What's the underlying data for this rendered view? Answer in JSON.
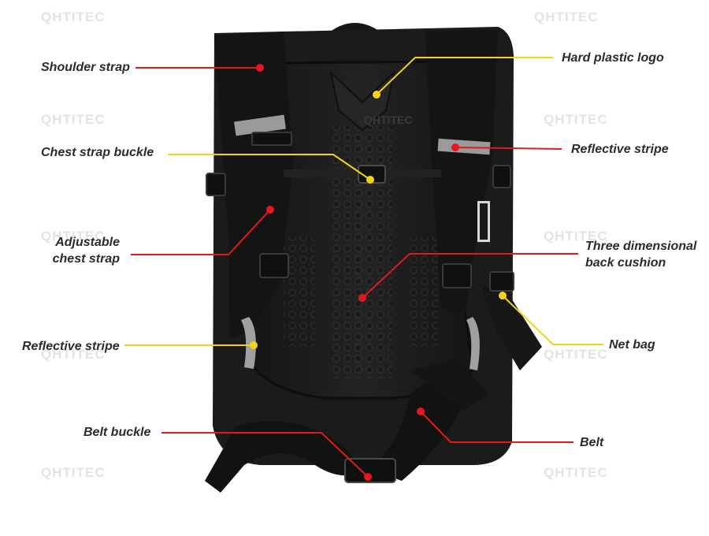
{
  "watermark": {
    "text": "QHTITEC"
  },
  "colors": {
    "red": "#e5171f",
    "yellow": "#f2d318",
    "text": "#2b2b2b"
  },
  "callouts": {
    "shoulder_strap": {
      "text": "Shoulder strap",
      "color": "red"
    },
    "hard_plastic_logo": {
      "text": "Hard plastic logo",
      "color": "yellow"
    },
    "chest_strap_buckle": {
      "text": "Chest strap buckle",
      "color": "yellow"
    },
    "reflective_stripe_right": {
      "text": "Reflective stripe",
      "color": "red"
    },
    "adjustable_chest_strap": {
      "line1": "Adjustable",
      "line2": "chest strap",
      "color": "red"
    },
    "three_dimensional_back_cushion": {
      "line1": "Three dimensional",
      "line2": "back cushion",
      "color": "red"
    },
    "reflective_stripe_left": {
      "text": "Reflective stripe",
      "color": "yellow"
    },
    "net_bag": {
      "text": "Net bag",
      "color": "yellow"
    },
    "belt_buckle": {
      "text": "Belt buckle",
      "color": "red"
    },
    "belt": {
      "text": "Belt",
      "color": "red"
    }
  }
}
